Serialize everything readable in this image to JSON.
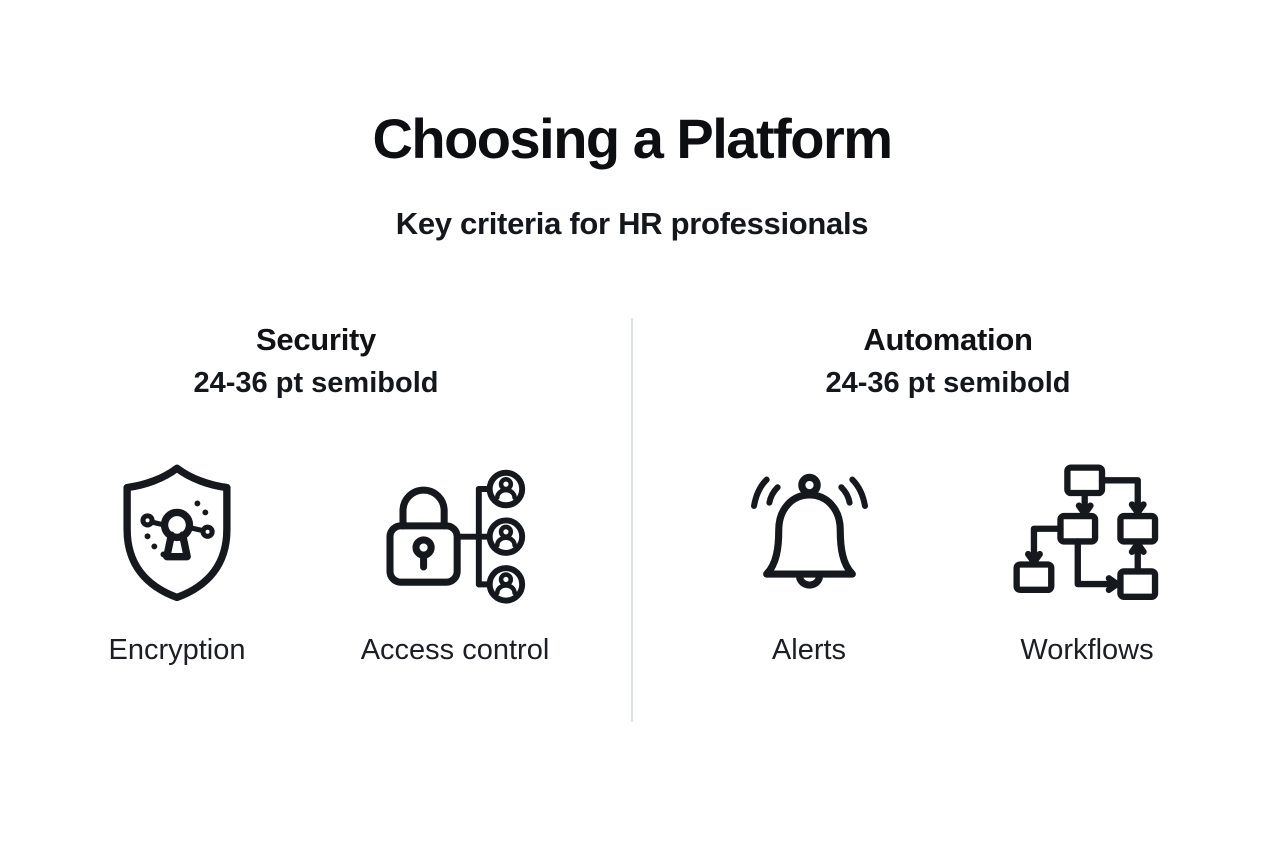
{
  "page": {
    "title": "Choosing a Platform",
    "subtitle": "Key criteria for HR professionals"
  },
  "columns": [
    {
      "heading": "Security",
      "subheading": "24-36 pt semibold",
      "items": [
        {
          "icon": "shield-keyhole-icon",
          "label": "Encryption"
        },
        {
          "icon": "lock-users-icon",
          "label": "Access control"
        }
      ]
    },
    {
      "heading": "Automation",
      "subheading": "24-36 pt semibold",
      "items": [
        {
          "icon": "bell-icon",
          "label": "Alerts"
        },
        {
          "icon": "flowchart-icon",
          "label": "Workflows"
        }
      ]
    }
  ],
  "colors": {
    "background": "#ffffff",
    "text": "#101216",
    "divider": "#dbe0e5",
    "icon_stroke": "#15181d"
  }
}
